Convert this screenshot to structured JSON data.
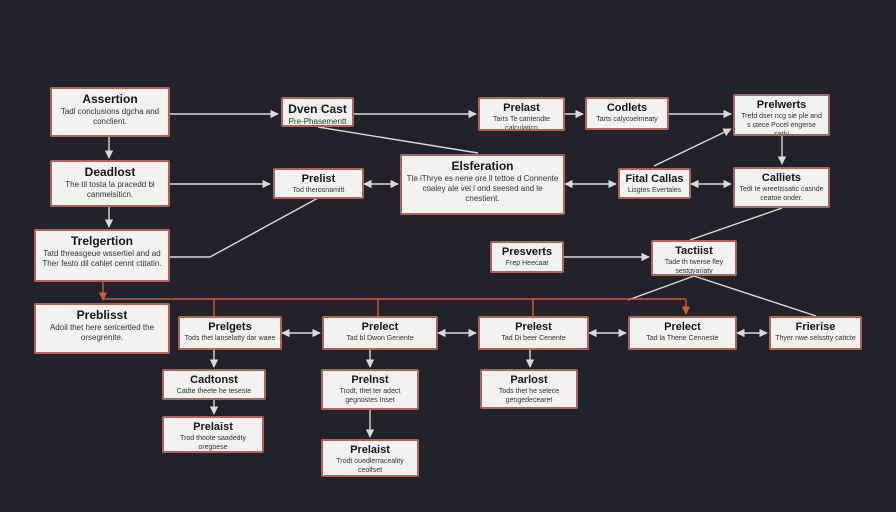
{
  "colors": {
    "background": "#22222a",
    "node_fill": "#f4f2ef",
    "node_border": "#a9655c",
    "connector": "#d9d9d9",
    "accent_connector": "#d2583c"
  },
  "nodes": {
    "n1": {
      "title": "Assertion",
      "body": "Tadl conclusions dgcha and conclient."
    },
    "n2": {
      "title": "Dven Cast",
      "body": "Pre-Phasementt"
    },
    "n3": {
      "title": "Prelast",
      "body": "Tarts Te cantendte calculaticn"
    },
    "n4": {
      "title": "Codlets",
      "body": "Tarts calycoelmeaty"
    },
    "n5": {
      "title": "Prelwerts",
      "body": "Trefd dser ncg sie ple and s stece Pocel engerse sarly"
    },
    "n6": {
      "title": "Deadlost",
      "body": "The til tosta la pracedd bl canmelsiticn."
    },
    "n7": {
      "title": "Prelist",
      "body": "Tod therosnamitt"
    },
    "n8": {
      "title": "Elsferation",
      "body": "Tle iThrye es nene ore ll tettoe d Connente coaley ale vel l ond seesed and le cnestient."
    },
    "n9": {
      "title": "Fital Callas",
      "body": "Lisgtes Evertales"
    },
    "n10": {
      "title": "Calliets",
      "body": "Tedt te wreetissatic casnde ceatoe onder."
    },
    "n11": {
      "title": "Trelgertion",
      "body": "Tatd threasgeue wssertiel and ad Ther festo dil cahlet cennt ctitatin."
    },
    "n12": {
      "title": "Presverts",
      "body": "Frep Heecaat"
    },
    "n13": {
      "title": "Tactiist",
      "body": "Tade th twerse fley sestgyanaty"
    },
    "n14": {
      "title": "Preblisst",
      "body": "Adoil thet here sericertled the orsegrenite."
    },
    "n15": {
      "title": "Prelgets",
      "body": "Tods thet lanselatty dar waee"
    },
    "n16": {
      "title": "Prelect",
      "body": "Tad bl Dwon Genente"
    },
    "n17": {
      "title": "Prelest",
      "body": "Tad Di beer Cenente"
    },
    "n18": {
      "title": "Prelect",
      "body": "Tad la Thene Cenneste"
    },
    "n19": {
      "title": "Frierise",
      "body": "Thyer nwe selsstty cattcte"
    },
    "n20": {
      "title": "Cadtonst",
      "body": "Cadte theete he teseste"
    },
    "n21": {
      "title": "Prelnst",
      "body": "Trodt, thet ter adect gegnostes Inset"
    },
    "n22": {
      "title": "Parlost",
      "body": "Tods thet he selece gengedecearet"
    },
    "n23": {
      "title": "Prelaist",
      "body": "Trod thoote saadedty oregoese"
    },
    "n24": {
      "title": "Prelaist",
      "body": "Trodt ouedlerraceality ceolfset"
    }
  }
}
